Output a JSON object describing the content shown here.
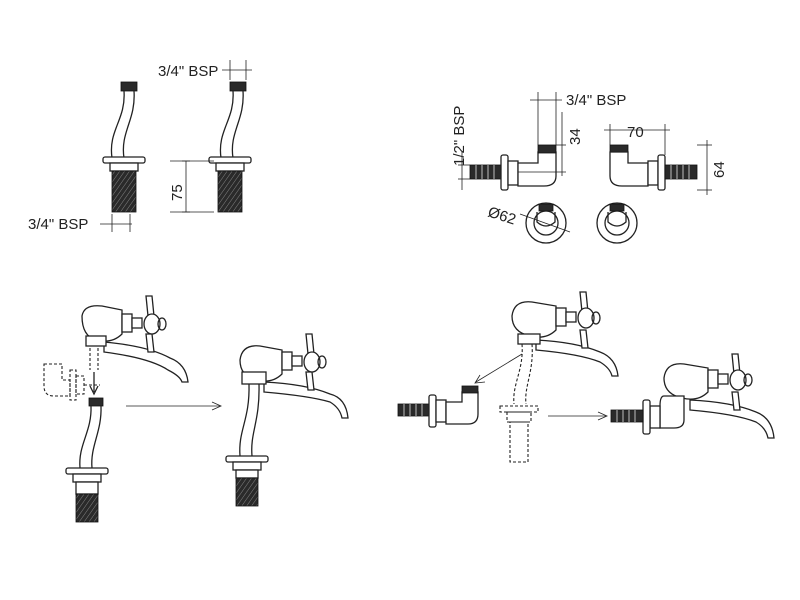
{
  "dimensions": {
    "bsp_3_4_top": "3/4\" BSP",
    "bsp_3_4_bottom": "3/4\" BSP",
    "height_75": "75",
    "bsp_1_2": "1/2\" BSP",
    "bsp_3_4_elbow": "3/4\" BSP",
    "dim_34": "34",
    "dim_70": "70",
    "dim_64": "64",
    "dia_62": "Ø62"
  }
}
